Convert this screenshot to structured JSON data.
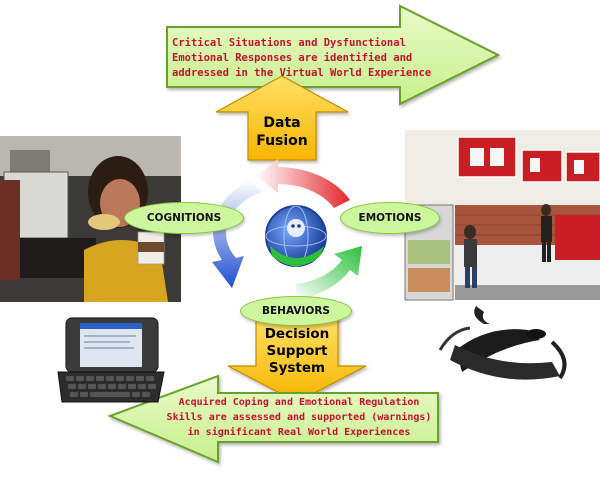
{
  "top_arrow": {
    "lines": [
      "Critical Situations and Dysfunctional",
      "Emotional Responses are identified and",
      "addressed in the Virtual World Experience"
    ]
  },
  "data_fusion": {
    "lines": [
      "Data",
      "Fusion"
    ]
  },
  "decision_support": {
    "lines": [
      "Decision",
      "Support",
      "System"
    ]
  },
  "bottom_arrow": {
    "lines": [
      "Acquired Coping and Emotional Regulation",
      "Skills are assessed and supported (warnings)",
      "in significant Real World Experiences"
    ]
  },
  "cycle": {
    "cognitions": "COGNITIONS",
    "emotions": "EMOTIONS",
    "behaviors": "BEHAVIORS"
  },
  "colors": {
    "arrow_fill": "#d9f7a8",
    "arrow_stroke": "#6aa12a",
    "arrow_text": "#c8102e",
    "box_fill": "#ffcc33",
    "ellipse_fill": "#cdf79c",
    "cycle_red": "#e4262b",
    "cycle_blue": "#1f4fd1",
    "cycle_green": "#2bbf3b"
  },
  "images": {
    "woman_eating": "photo-woman-eating-at-laptop",
    "virtual_world": "photo-virtual-world-kitchen",
    "smartphone": "photo-smartphone",
    "vr_glasses": "photo-video-glasses",
    "logo": "globe-logo"
  }
}
